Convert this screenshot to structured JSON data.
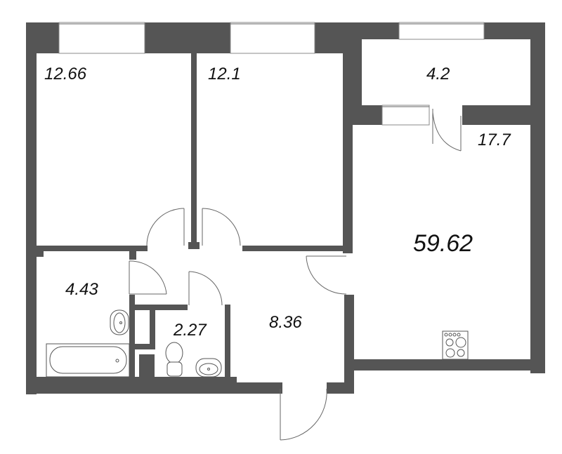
{
  "plan": {
    "total_area": "59.62",
    "colors": {
      "wall": "#555555",
      "background": "#ffffff",
      "text": "#111111"
    },
    "rooms": [
      {
        "id": "bedroom-1",
        "area": "12.66"
      },
      {
        "id": "bedroom-2",
        "area": "12.1"
      },
      {
        "id": "balcony",
        "area": "4.2"
      },
      {
        "id": "kitchen-living",
        "area": "17.7"
      },
      {
        "id": "bathroom",
        "area": "4.43"
      },
      {
        "id": "toilet",
        "area": "2.27"
      },
      {
        "id": "hallway",
        "area": "8.36"
      }
    ],
    "fixtures": [
      "bathtub-icon",
      "sink-icon",
      "toilet-icon",
      "stove-icon"
    ]
  }
}
